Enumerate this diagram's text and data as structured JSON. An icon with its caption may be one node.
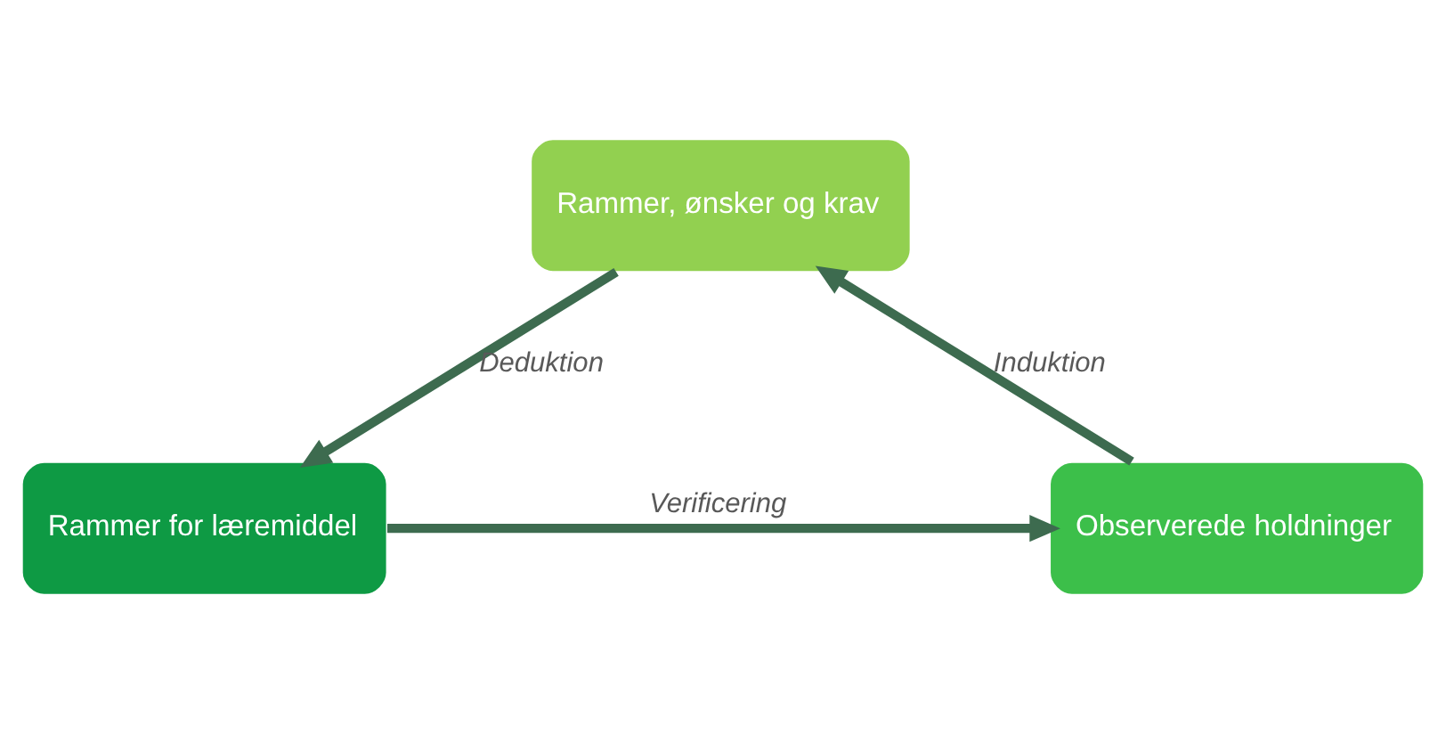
{
  "diagram": {
    "nodes": [
      {
        "text": [
          "Rammer, ønsker og krav"
        ]
      },
      {
        "text": [
          "Observerede holdninger"
        ]
      },
      {
        "text": [
          "Rammer for læremiddel"
        ]
      }
    ],
    "edges": [
      {
        "from": 1,
        "to": 0,
        "arrow": "to",
        "label": "Induktion"
      },
      {
        "from": 0,
        "to": 2,
        "arrow": "to",
        "label": "Deduktion"
      },
      {
        "from": 2,
        "to": 1,
        "arrow": "to",
        "label": "Verificering"
      }
    ]
  }
}
